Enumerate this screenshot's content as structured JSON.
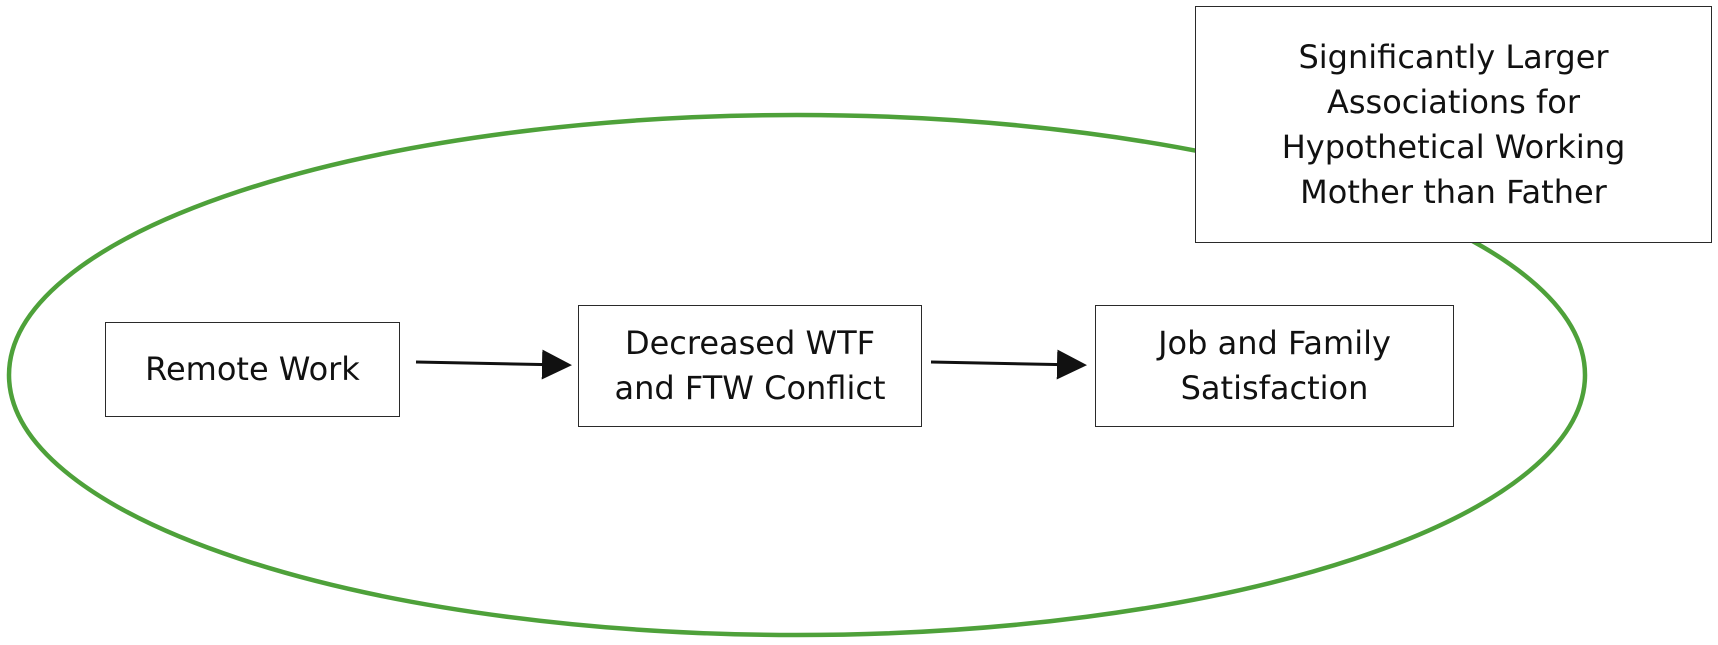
{
  "diagram": {
    "nodes": {
      "remote_work": "Remote Work",
      "conflict": "Decreased WTF\nand FTW Conflict",
      "satisfaction": "Job and Family\nSatisfaction",
      "moderator": "Significantly Larger\nAssociations for\nHypothetical Working\nMother than Father"
    },
    "colors": {
      "ellipse": "#4ea13a",
      "arrow": "#111111",
      "box_border": "#2a2a2a"
    }
  }
}
